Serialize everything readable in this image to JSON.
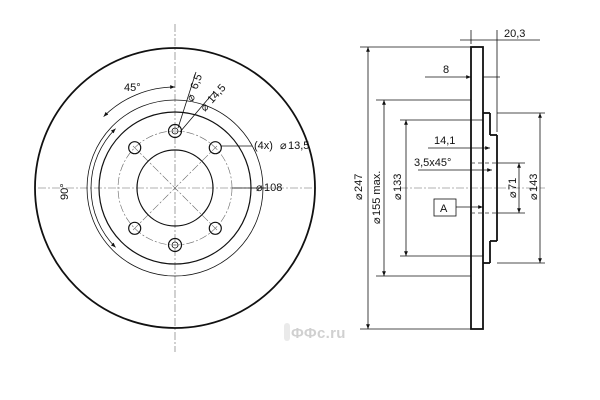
{
  "front_view": {
    "labels": {
      "angle_small": "45°",
      "angle_large": "90°",
      "hole_small": "6,5",
      "hole_small_seat": "14,5",
      "bolt_holes": "(4x)",
      "bolt_hole_dia": "13,5",
      "pcd": "108"
    }
  },
  "section_view": {
    "labels": {
      "total_width": "20,3",
      "disc_thickness": "8",
      "hat_depth": "14,1",
      "chamfer": "3,5x45°",
      "outer_dia": "247",
      "friction_inner_dia": "155 max.",
      "hat_dia": "133",
      "center_bore": "71",
      "mount_face_dia": "143",
      "datum": "A"
    }
  },
  "watermark": {
    "text": "ФФc.ru"
  },
  "colors": {
    "line": "#111111",
    "center_line": "#666666",
    "watermark": "#aaaaaa"
  }
}
